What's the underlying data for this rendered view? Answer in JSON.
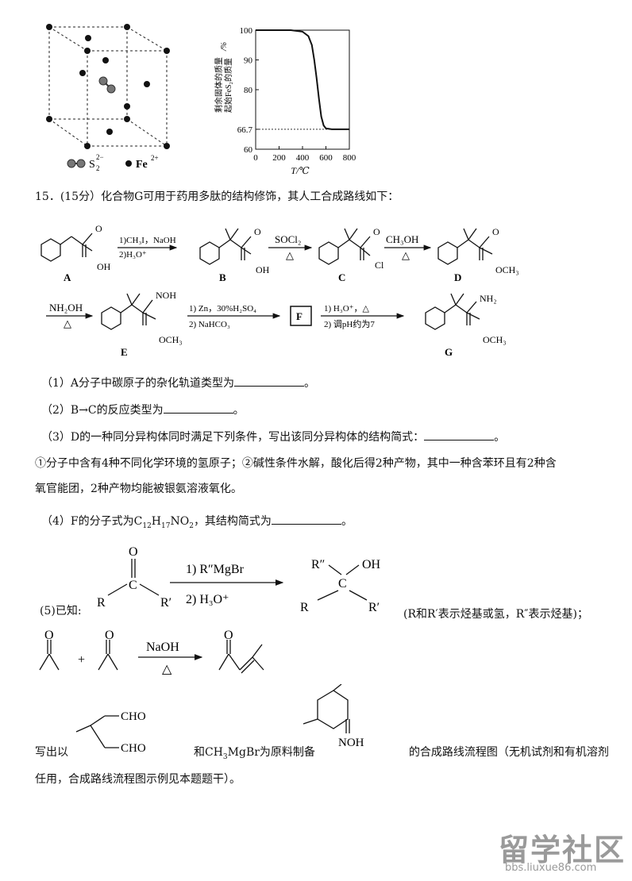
{
  "crystal": {
    "legend_s": "S",
    "legend_s_sub": "2",
    "legend_s_sup": "2−",
    "legend_fe": "Fe",
    "legend_fe_sup": "2+"
  },
  "chart_data": {
    "type": "line",
    "title": "",
    "xlabel": "T/℃",
    "ylabel": "剩余固体的质量起始FeS₂的质量/%",
    "ylabel_line1": "剩余固体的质量",
    "ylabel_line2": "起始FeS₂的质量",
    "ylabel_unit": "/%",
    "xlim": [
      0,
      800
    ],
    "ylim": [
      60,
      100
    ],
    "xticks": [
      "0",
      "200",
      "400",
      "600",
      "800"
    ],
    "yticks": [
      "60",
      "66.7",
      "80",
      "90",
      "100"
    ],
    "series": [
      {
        "x": [
          0,
          100,
          200,
          300,
          400,
          450,
          480,
          500,
          520,
          540,
          560,
          580,
          600,
          650,
          700,
          800
        ],
        "y": [
          100,
          100,
          100,
          100,
          99.5,
          98,
          95,
          90,
          84,
          77,
          71,
          68,
          67,
          66.7,
          66.7,
          66.7
        ]
      }
    ],
    "dashed_reference_y": 66.7,
    "grid": false
  },
  "question": {
    "header": "15．(15分）化合物G可用于药用多肽的结构修饰，其人工合成路线如下：",
    "q1": "（1）A分子中碳原子的杂化轨道类型为",
    "q2": "（2）B→C的反应类型为",
    "q3": "（3）D的一种同分异构体同时满足下列条件，写出该同分异构体的结构简式：",
    "q3_cond1": "①分子中含有4种不同化学环境的氢原子；②碱性条件水解，酸化后得2种产物，其中一种含苯环且有2种含",
    "q3_cond2": "氧官能团，2种产物均能被银氨溶液氧化。",
    "q4_pre": "（4）F的分子式为C",
    "q4_s1": "12",
    "q4_m1": "H",
    "q4_s2": "17",
    "q4_m2": "NO",
    "q4_s3": "2",
    "q4_post": "，其结构简式为",
    "q5_label": "(5)已知:",
    "q5_note": "(R和R′表示烃基或氢，R″表示烃基)；",
    "q5_write": "写出以",
    "q5_and": "和CH",
    "q5_ch3sub": "3",
    "q5_mg": "MgBr为原料制备",
    "q5_tail": "的合成路线流程图（无机试剂和有机溶剂",
    "q5_last": "任用，合成路线流程图示例见本题题干）。",
    "period": "。"
  },
  "scheme": {
    "A": "A",
    "B": "B",
    "C": "C",
    "D": "D",
    "E": "E",
    "F": "F",
    "G": "G",
    "r1_top": "1)CH₃I，NaOH",
    "r1_bot": "2)H₃O⁺",
    "r2_top": "SOCl₂",
    "r2_bot": "△",
    "r3_top": "CH₃OH",
    "r3_bot": "△",
    "r4_top": "NH₂OH",
    "r4_bot": "△",
    "r5_top": "1) Zn，30%H₂SO₄",
    "r5_bot": "2) NaHCO₃",
    "r6_top": "1) H₃O⁺，△",
    "r6_bot": "2) 调pH约为7",
    "oh": "OH",
    "cl": "Cl",
    "och3": "OCH₃",
    "o": "O",
    "noh": "NOH",
    "nh2": "NH₂"
  },
  "known": {
    "r_top": "1) R″MgBr",
    "r_bot": "2) H₃O⁺",
    "R": "R",
    "R1": "R′",
    "R2": "R″",
    "C": "C",
    "O": "O",
    "OH": "OH",
    "naoh": "NaOH",
    "delta": "△",
    "plus": "+",
    "cho": "CHO",
    "noh": "NOH"
  },
  "watermark": {
    "main": "留学社区",
    "url": "bbs.liuxue86.com"
  }
}
